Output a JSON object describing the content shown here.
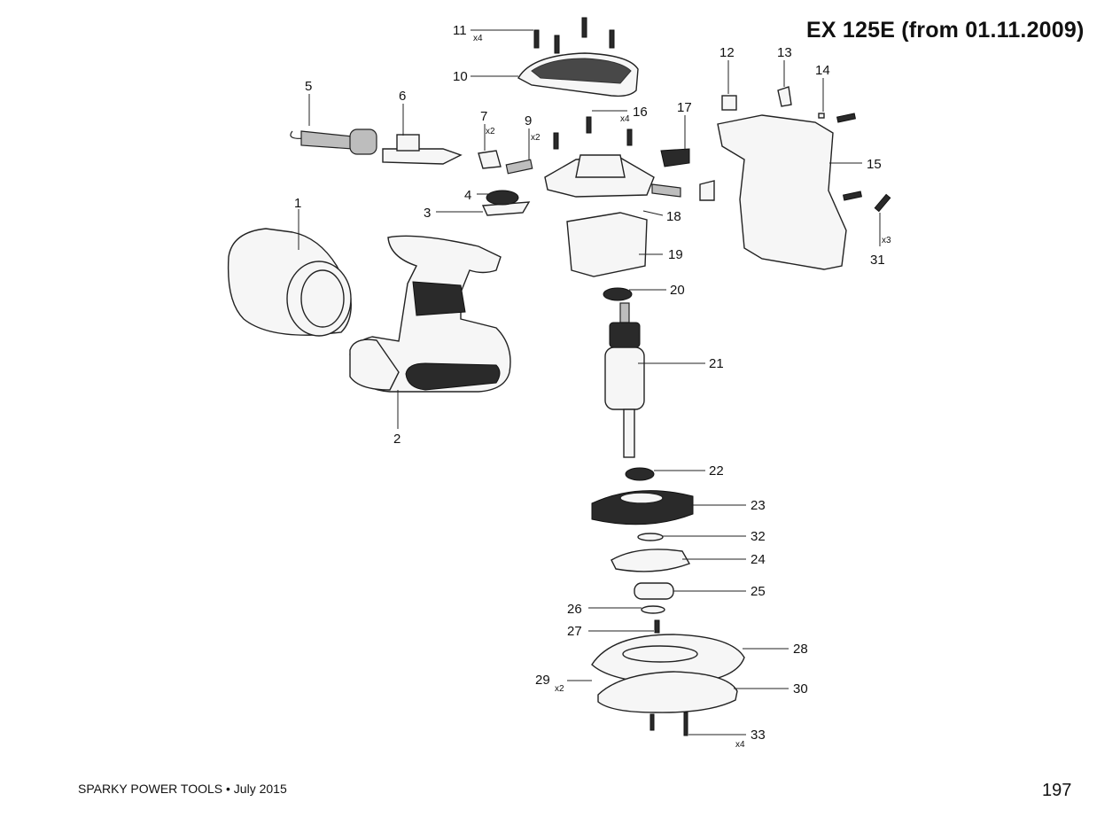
{
  "header": {
    "title": "EX 125E (from 01.11.2009)"
  },
  "footer": {
    "publisher": "SPARKY POWER TOOLS • July 2015",
    "page_number": "197"
  },
  "callouts": [
    {
      "num": "1"
    },
    {
      "num": "2"
    },
    {
      "num": "3"
    },
    {
      "num": "4"
    },
    {
      "num": "5"
    },
    {
      "num": "6"
    },
    {
      "num": "7",
      "qty": "x2"
    },
    {
      "num": "9",
      "qty": "x2"
    },
    {
      "num": "10"
    },
    {
      "num": "11",
      "qty": "x4"
    },
    {
      "num": "12"
    },
    {
      "num": "13"
    },
    {
      "num": "14"
    },
    {
      "num": "15"
    },
    {
      "num": "16",
      "qty": "x4"
    },
    {
      "num": "17"
    },
    {
      "num": "18"
    },
    {
      "num": "19"
    },
    {
      "num": "20"
    },
    {
      "num": "21"
    },
    {
      "num": "22"
    },
    {
      "num": "23"
    },
    {
      "num": "24"
    },
    {
      "num": "25"
    },
    {
      "num": "26"
    },
    {
      "num": "27"
    },
    {
      "num": "28"
    },
    {
      "num": "29",
      "qty": "x2"
    },
    {
      "num": "30"
    },
    {
      "num": "31",
      "qty": "x3"
    },
    {
      "num": "32"
    },
    {
      "num": "33",
      "qty": "x4"
    }
  ]
}
